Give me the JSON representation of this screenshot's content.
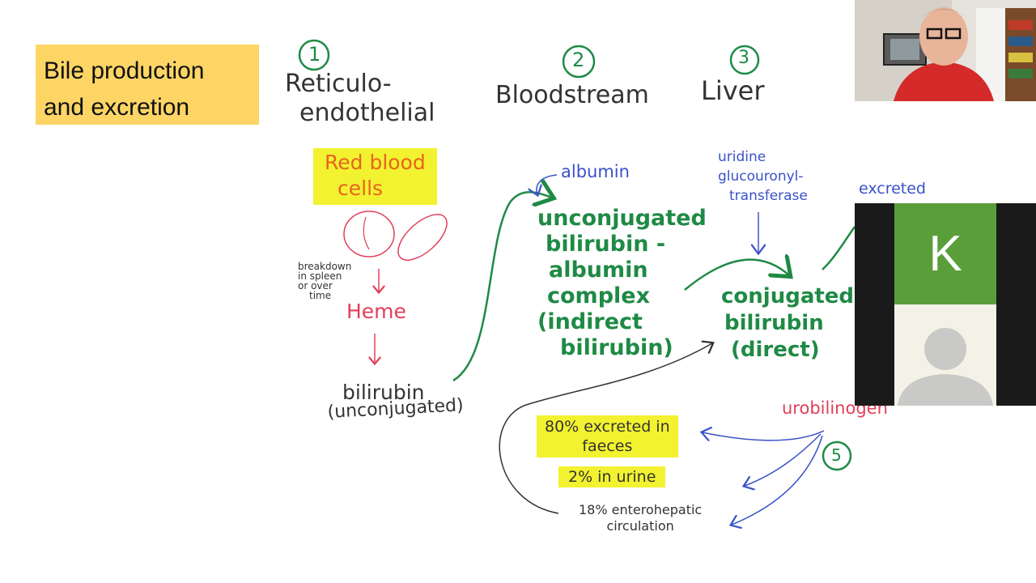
{
  "slide": {
    "title_line1": "Bile production",
    "title_line2": "and excretion"
  },
  "columns": [
    {
      "num": "1",
      "label_line1": "Reticulo-",
      "label_line2": "endothelial"
    },
    {
      "num": "2",
      "label_line1": "Bloodstream"
    },
    {
      "num": "3",
      "label_line1": "Liver"
    }
  ],
  "diagram": {
    "red_blood_cells_line1": "Red blood",
    "red_blood_cells_line2": "cells",
    "breakdown_line1": "breakdown",
    "breakdown_line2": "in spleen",
    "breakdown_line3": "or over",
    "breakdown_line4": "time",
    "heme": "Heme",
    "bilirubin": "bilirubin",
    "unconjugated_paren": "(unconjugated)",
    "albumin": "albumin",
    "complex_line1": "unconjugated",
    "complex_line2": "bilirubin -",
    "complex_line3": "albumin",
    "complex_line4": "complex",
    "complex_line5": "(indirect",
    "complex_line6": "bilirubin)",
    "enzyme_line1": "uridine",
    "enzyme_line2": "glucouronyl-",
    "enzyme_line3": "transferase",
    "conjugated_line1": "conjugated",
    "conjugated_line2": "bilirubin",
    "conjugated_line3": "(direct)",
    "excreted": "excreted",
    "urobilinogen": "urobilinogen",
    "step5": "5",
    "faeces_line1": "80% excreted in",
    "faeces_line2": "faeces",
    "urine": "2% in urine",
    "entero_line1": "18% enterohepatic",
    "entero_line2": "circulation"
  },
  "video": {
    "participant_initial": "K",
    "accent_tile_color": "#5a9e3a",
    "title_box_color": "#fdd565"
  }
}
